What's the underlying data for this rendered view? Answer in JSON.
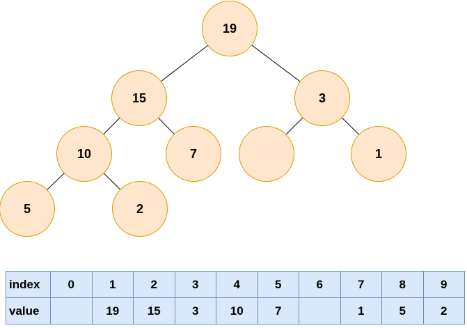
{
  "tree": {
    "nodes": [
      {
        "value": "19"
      },
      {
        "value": "15"
      },
      {
        "value": "3"
      },
      {
        "value": "10"
      },
      {
        "value": "7"
      },
      {
        "value": ""
      },
      {
        "value": "1"
      },
      {
        "value": "5"
      },
      {
        "value": "2"
      }
    ],
    "edges": [
      [
        0,
        1
      ],
      [
        0,
        2
      ],
      [
        1,
        3
      ],
      [
        1,
        4
      ],
      [
        2,
        5
      ],
      [
        2,
        6
      ],
      [
        3,
        7
      ],
      [
        3,
        8
      ]
    ]
  },
  "table": {
    "row_headers": [
      "index",
      "value"
    ],
    "indices": [
      "0",
      "1",
      "2",
      "3",
      "4",
      "5",
      "6",
      "7",
      "8",
      "9"
    ],
    "values": [
      "",
      "19",
      "15",
      "3",
      "10",
      "7",
      "",
      "1",
      "5",
      "2"
    ]
  },
  "colors": {
    "node_fill": "#FFE6CC",
    "node_stroke": "#D79B00",
    "edge": "#000000",
    "table_fill": "#DAE8FC",
    "table_stroke": "#6C8EBF",
    "text": "#000000",
    "background": "#FFFFFF"
  }
}
